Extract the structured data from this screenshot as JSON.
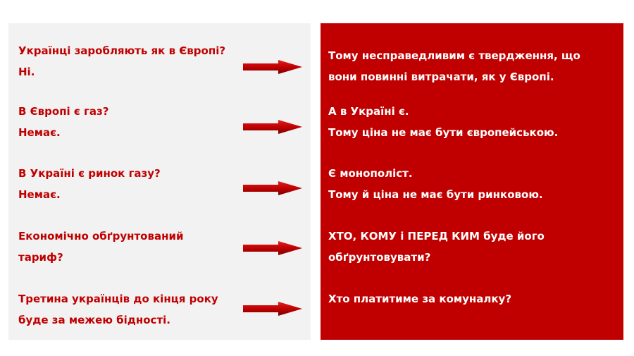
{
  "colors": {
    "accent": "#c00000",
    "panel": "#f2f2f2"
  },
  "rows": [
    {
      "question": [
        "Українці заробляють як в Європі?",
        "Ні."
      ],
      "answer": [
        "Тому несправедливим є твердження, що",
        "вони повинні витрачати, як у Європі."
      ]
    },
    {
      "question": [
        "В Європі є газ?",
        "Немає."
      ],
      "answer": [
        "А в Україні є.",
        "Тому ціна не має бути європейською."
      ]
    },
    {
      "question": [
        "В Україні є ринок газу?",
        "Немає."
      ],
      "answer": [
        "Є монополіст.",
        "Тому й ціна не має бути ринковою."
      ]
    },
    {
      "question": [
        "Економічно обґрунтований",
        "тариф?"
      ],
      "answer": [
        "ХТО, КОМУ і ПЕРЕД КИМ буде його",
        "обґрунтовувати?"
      ]
    },
    {
      "question": [
        "Третина українців до кінця року",
        "буде за межею бідності."
      ],
      "answer": [
        "Хто платитиме за комуналку?"
      ]
    }
  ]
}
